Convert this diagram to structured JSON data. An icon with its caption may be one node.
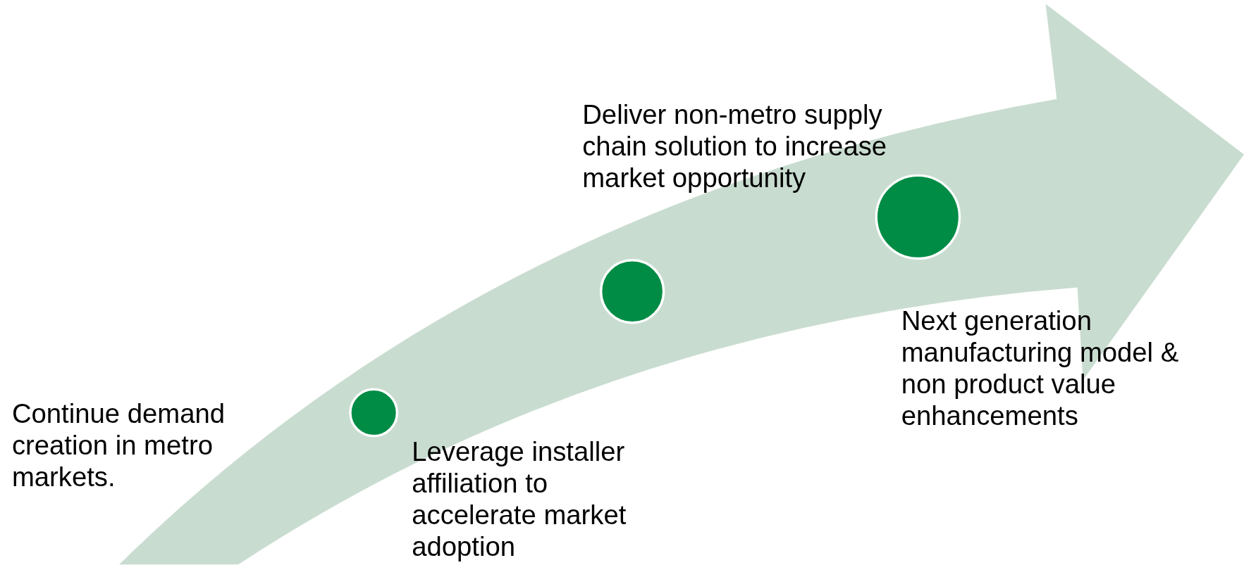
{
  "diagram": {
    "nodes": [
      {
        "text": [],
        "shape": "circle",
        "beside": [
          "Leverage installer affiliation to accelerate market adoption"
        ]
      },
      {
        "text": [],
        "shape": "circle"
      },
      {
        "text": [],
        "shape": "circle",
        "beside": [
          "Next generation manufacturing model & non product value enhancements"
        ]
      }
    ],
    "labels": [
      "Deliver non-metro supply chain solution to increase market opportunity",
      "Continue demand creation in metro markets."
    ]
  }
}
